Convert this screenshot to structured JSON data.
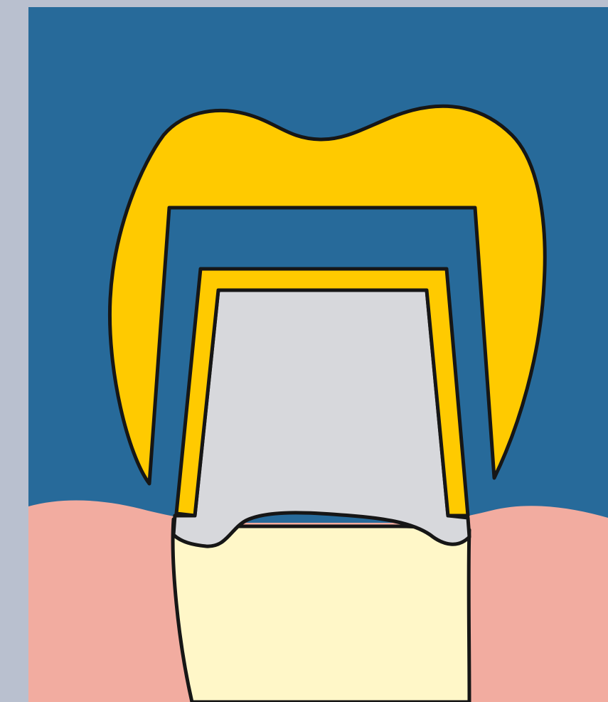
{
  "colors": {
    "frame": "#b9c0cf",
    "background": "#276a9a",
    "gum": "#f2aca0",
    "crown": "#ffca00",
    "core": "#d7d8dc",
    "root": "#fff7c8",
    "outline": "#161616"
  },
  "icons": {
    "outer_crown": "crown-shape",
    "inner_coping": "coping-shape",
    "abutment_core": "core-shape",
    "tooth_root": "root-shape",
    "gingiva": "gum-shape"
  }
}
